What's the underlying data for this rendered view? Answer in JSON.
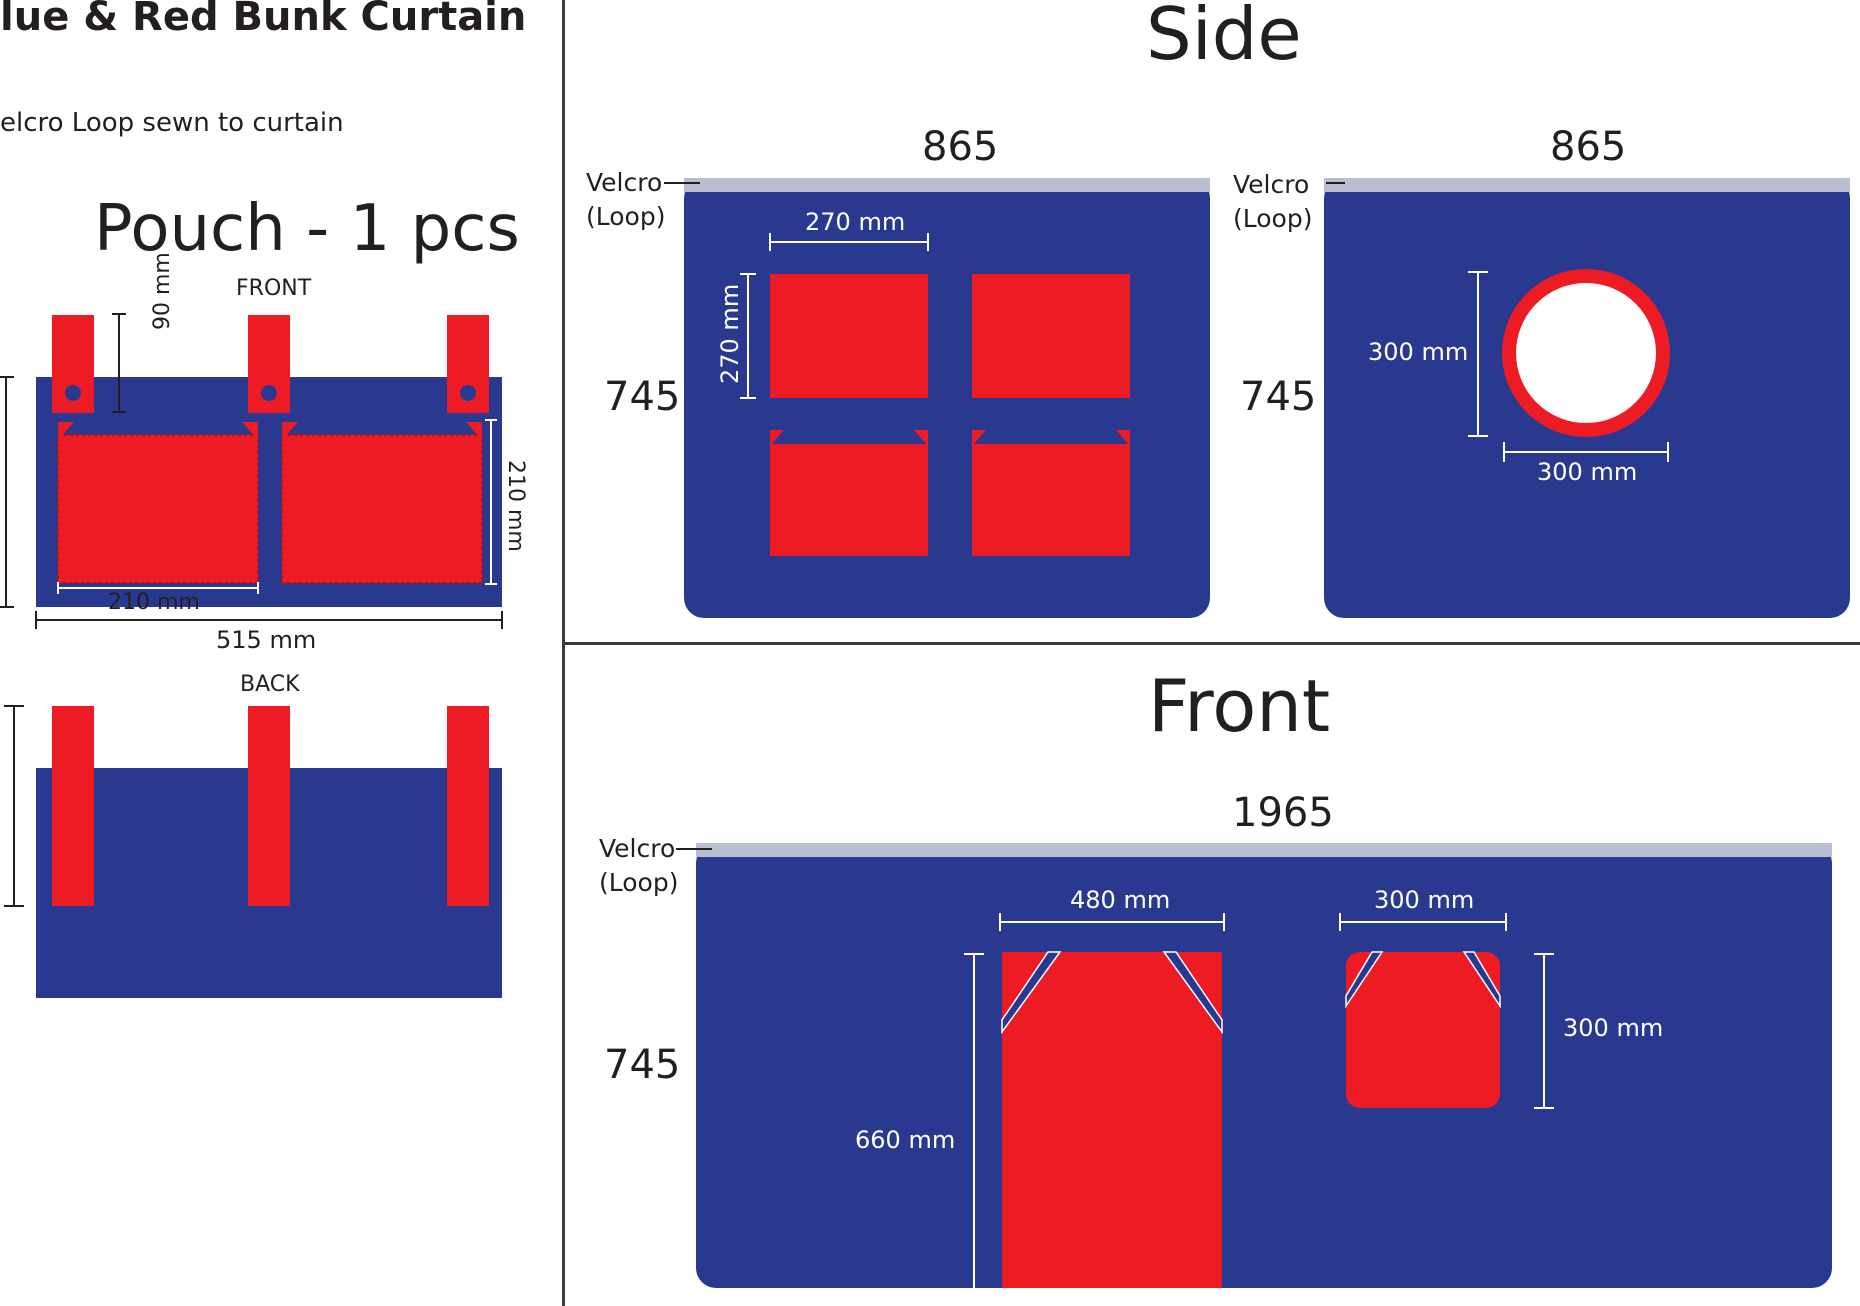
{
  "colors": {
    "blue": "#2a3990",
    "red": "#ed1c24",
    "white": "#ffffff",
    "velcro": "#b9bfd0",
    "ink": "#231f20"
  },
  "left_panel": {
    "title": "lue & Red Bunk Curtain",
    "note": "elcro Loop sewn to curtain",
    "pouch_title": "Pouch - 1 pcs",
    "front_label": "FRONT",
    "back_label": "BACK",
    "dim_strap": "90 mm",
    "dim_pocket_h": "210 mm",
    "dim_pocket_w": "210 mm",
    "dim_width": "515 mm"
  },
  "side_section": {
    "heading": "Side",
    "panel1": {
      "width": "865",
      "height": "745",
      "velcro": "Velcro",
      "velcro_sub": "(Loop)",
      "dim_w": "270 mm",
      "dim_h": "270 mm"
    },
    "panel2": {
      "width": "865",
      "height": "745",
      "velcro": "Velcro",
      "velcro_sub": "(Loop)",
      "dim_h": "300 mm",
      "dim_w": "300 mm"
    }
  },
  "front_section": {
    "heading": "Front",
    "width": "1965",
    "height": "745",
    "velcro": "Velcro",
    "velcro_sub": "(Loop)",
    "door_w": "480 mm",
    "door_h": "660 mm",
    "window_w": "300 mm",
    "window_h": "300 mm"
  }
}
